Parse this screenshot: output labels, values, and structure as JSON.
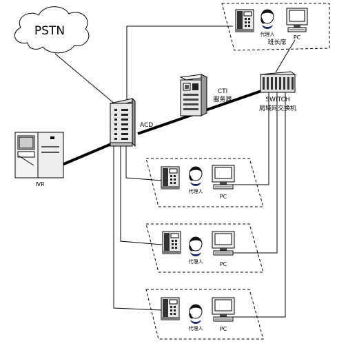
{
  "cloud": {
    "label": "PSTN"
  },
  "nodes": {
    "acd": "ACD",
    "ivr": "IVR",
    "cti_line1": "CTI",
    "cti_line2": "服务器",
    "switch_line1": "SWITCH",
    "switch_line2": "局域网交换机"
  },
  "stations": {
    "supervisor": {
      "agent": "代理人",
      "role": "班长席",
      "pc": "PC"
    },
    "agent1": {
      "agent": "代理人",
      "pc": "PC"
    },
    "agent2": {
      "agent": "代理人",
      "pc": "PC"
    },
    "agent3": {
      "agent": "代理人",
      "pc": "PC"
    }
  }
}
